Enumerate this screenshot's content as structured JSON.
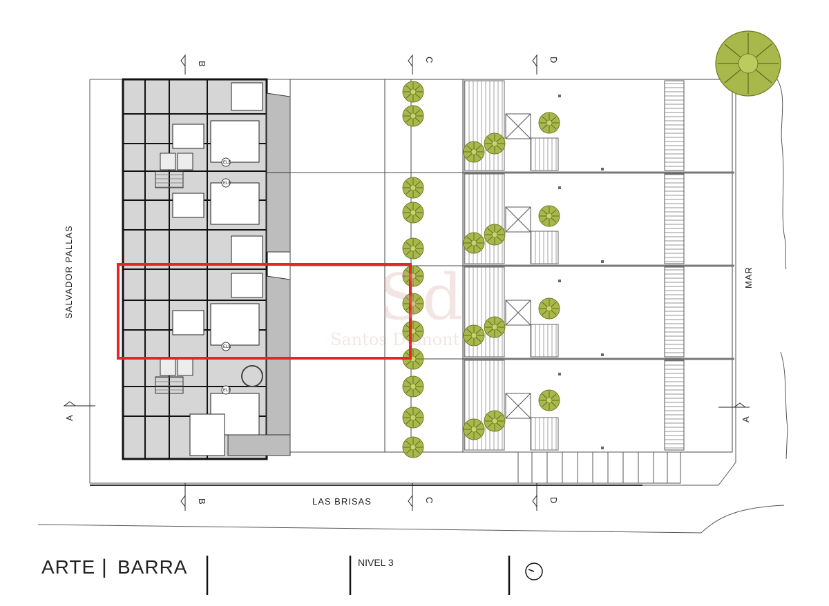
{
  "drawing": {
    "title": "ARTE",
    "title_separator": "|",
    "subtitle": "BARRA",
    "level": "NIVEL 3"
  },
  "streets": {
    "left": "SALVADOR PALLAS",
    "bottom": "LAS BRISAS",
    "right": "MAR"
  },
  "section_marks": {
    "a": "A",
    "b": "B",
    "c": "C",
    "d": "D"
  },
  "elevator_labels": {
    "e1": "ELE",
    "e2": "ELE",
    "e3": "ELE",
    "e4": "ELE"
  },
  "watermark": {
    "monogram": "Sd",
    "brand": "Santos Dumont"
  },
  "highlight_color": "#e8242a",
  "tree_color": "#a8b84a"
}
